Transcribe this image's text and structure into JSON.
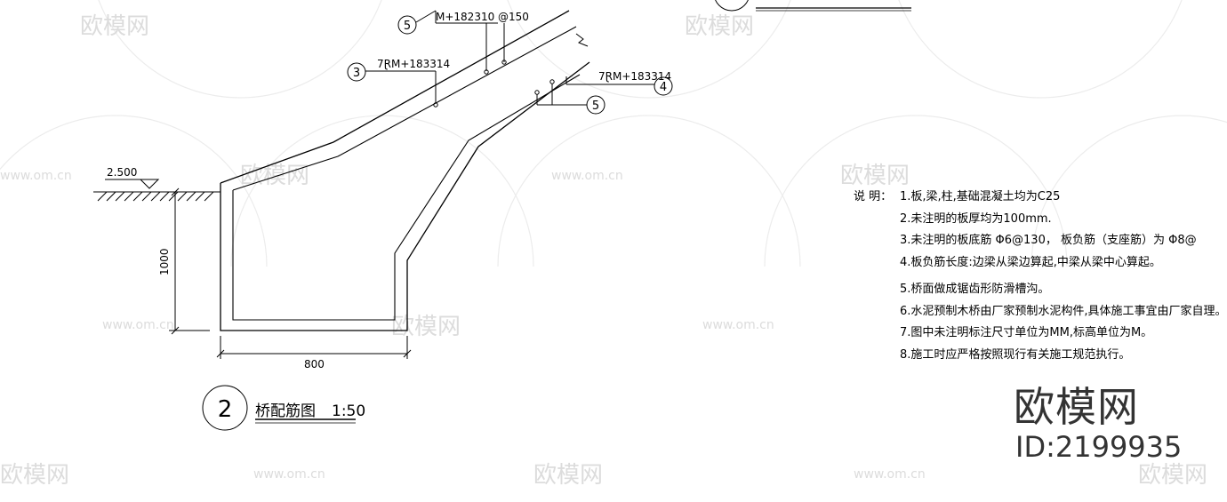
{
  "watermarks": {
    "brand": "欧模网",
    "url": "www.om.cn"
  },
  "drawing": {
    "title_number": "2",
    "title": "桥配筋图",
    "scale": "1:50",
    "elevation": "2.500",
    "dim_height": "1000",
    "dim_width": "800",
    "callouts": [
      {
        "num": "5",
        "text": "M+182310 @150"
      },
      {
        "num": "3",
        "text": "7ⱤM+183314"
      },
      {
        "num": "4",
        "text": "7ⱤM+183314"
      },
      {
        "num": "5",
        "text": ""
      }
    ]
  },
  "notes": {
    "heading": "说  明：",
    "items": [
      "1.板,梁,柱,基础混凝土均为C25",
      "2.未注明的板厚均为100mm.",
      "3.未注明的板底筋      Φ6@130，   板负筋（支座筋）为 Φ8@",
      "4.板负筋长度:边梁从梁边算起,中梁从梁中心算起。",
      "5.桥面做成锯齿形防滑槽沟。",
      "6.水泥预制木桥由厂家预制水泥构件,具体施工事宜由厂家自理。",
      "7.图中未注明标注尺寸单位为MM,标高单位为M。",
      "8.施工时应严格按照现行有关施工规范执行。"
    ]
  },
  "brand_logo": {
    "name": "欧模网",
    "id": "ID:2199935"
  }
}
